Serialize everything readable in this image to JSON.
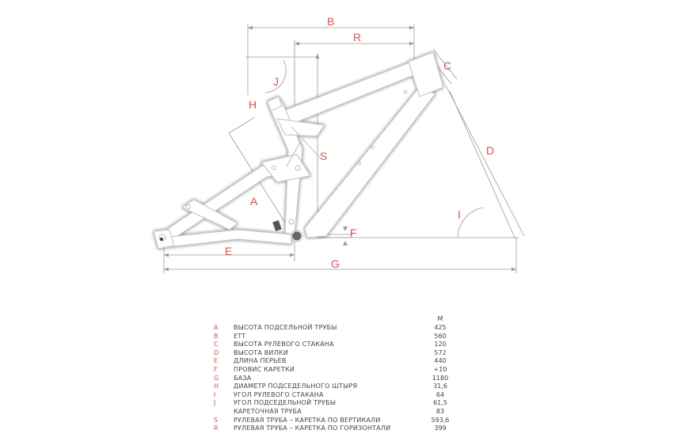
{
  "dimension_labels": {
    "A": "A",
    "B": "B",
    "C": "C",
    "D": "D",
    "E": "E",
    "F": "F",
    "G": "G",
    "H": "H",
    "I": "I",
    "J": "J",
    "R": "R",
    "S": "S"
  },
  "colors": {
    "label": "#d9534f",
    "frame_stroke": "#c8c8c8",
    "frame_shadow": "#cfcfcf",
    "dimension_line": "#9a9a9a"
  },
  "table": {
    "size_header": "M",
    "rows": [
      {
        "letter": "A",
        "desc": "ВЫСОТА ПОДСЕЛЬНОЙ ТРУБЫ",
        "value": "425"
      },
      {
        "letter": "B",
        "desc": "ETT",
        "value": "560"
      },
      {
        "letter": "C",
        "desc": "ВЫСОТА РУЛЕВОГО СТАКАНА",
        "value": "120"
      },
      {
        "letter": "D",
        "desc": "ВЫСОТА ВИЛКИ",
        "value": "572"
      },
      {
        "letter": "E",
        "desc": "ДЛИНА ПЕРЬЕВ",
        "value": "440"
      },
      {
        "letter": "F",
        "desc": "ПРОВИС КАРЕТКИ",
        "value": "+10"
      },
      {
        "letter": "G",
        "desc": "БАЗА",
        "value": "1180"
      },
      {
        "letter": "H",
        "desc": "ДИАМЕТР ПОДСЕДЕЛЬНОГО ШТЫРЯ",
        "value": "31,6"
      },
      {
        "letter": "I",
        "desc": "УГОЛ РУЛЕВОГО СТАКАНА",
        "value": "64"
      },
      {
        "letter": "J",
        "desc": "УГОЛ ПОДСЕДЕЛЬНОЙ ТРУБЫ",
        "value": "61,5"
      },
      {
        "letter": "",
        "desc": "КАРЕТОЧНАЯ ТРУБА",
        "value": "83"
      },
      {
        "letter": "S",
        "desc": "РУЛЕВАЯ ТРУБА – КАРЕТКА ПО ВЕРТИКАЛИ",
        "value": "593,6"
      },
      {
        "letter": "R",
        "desc": "РУЛЕВАЯ ТРУБА – КАРЕТКА ПО ГОРИЗОНТАЛИ",
        "value": "399"
      }
    ]
  }
}
